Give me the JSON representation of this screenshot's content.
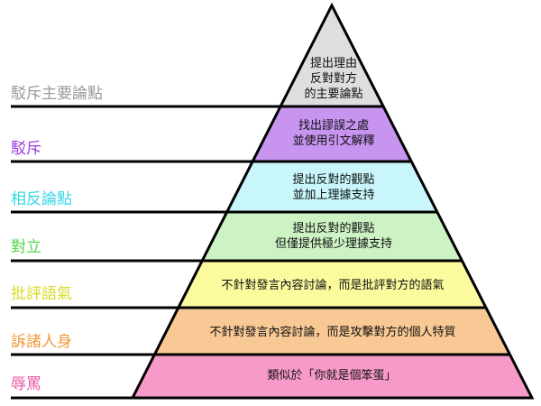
{
  "diagram": {
    "type": "pyramid",
    "levels": [
      {
        "label": "駁斥主要論點",
        "label_color": "#9a9a9a",
        "fill": "#dedede",
        "lines": [
          "提出理由",
          "反對對方",
          "的主要論點"
        ]
      },
      {
        "label": "駁斥",
        "label_color": "#9b3fdd",
        "fill": "#c794f0",
        "lines": [
          "找出謬誤之處",
          "並使用引文解釋"
        ]
      },
      {
        "label": "相反論點",
        "label_color": "#3ad6e6",
        "fill": "#c8f6fa",
        "lines": [
          "提出反對的觀點",
          "並加上理據支持"
        ]
      },
      {
        "label": "對立",
        "label_color": "#4fd84a",
        "fill": "#cdf2c4",
        "lines": [
          "提出反對的觀點",
          "但僅提供極少理據支持"
        ]
      },
      {
        "label": "批評語氣",
        "label_color": "#dada2a",
        "fill": "#fbfb9e",
        "lines": [
          "不針對發言內容討論，而是批評對方的語氣"
        ]
      },
      {
        "label": "訴諸人身",
        "label_color": "#f39a38",
        "fill": "#f8c995",
        "lines": [
          "不針對發言內容討論，而是攻擊對方的個人特質"
        ]
      },
      {
        "label": "辱罵",
        "label_color": "#e75aa6",
        "fill": "#f89ac9",
        "lines": [
          "類似於「你就是個笨蛋」"
        ]
      }
    ]
  }
}
